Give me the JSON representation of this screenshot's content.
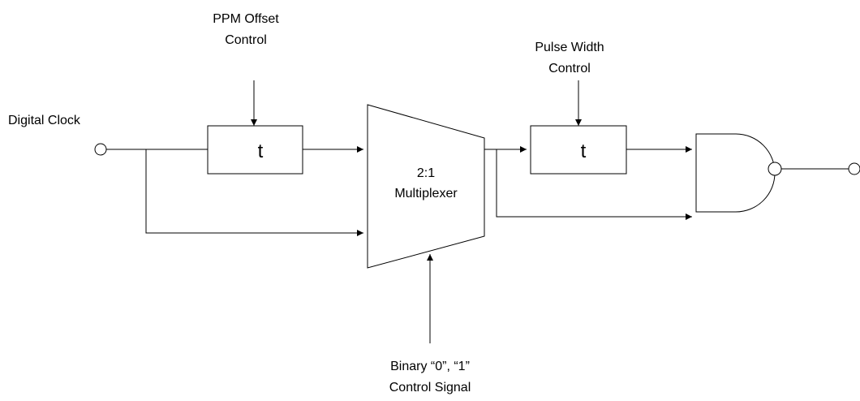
{
  "labels": {
    "input": "Digital Clock",
    "ppm_line1": "PPM Offset",
    "ppm_line2": "Control",
    "pw_line1": "Pulse Width",
    "pw_line2": "Control",
    "bin_line1": "Binary “0”, “1”",
    "bin_line2": "Control Signal"
  },
  "blocks": {
    "delay1": "t",
    "delay2": "t",
    "mux_line1": "2:1",
    "mux_line2": "Multiplexer"
  }
}
